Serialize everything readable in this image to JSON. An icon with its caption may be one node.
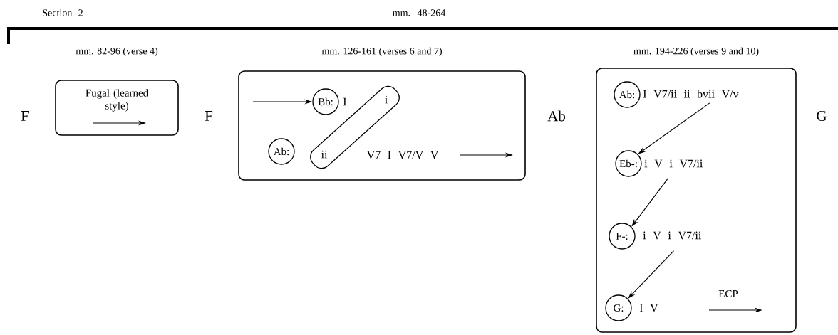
{
  "diagram": {
    "nodes": [
      {
        "text": [
          "mm. 82-96 (verse 4)",
          "Fugal (learned style)"
        ]
      },
      {
        "text": [
          "mm. 126-161 (verses 6 and 7)"
        ]
      },
      {
        "text": [
          "Bb:"
        ],
        "in": 1,
        "beside": [
          "I"
        ]
      },
      {
        "text": [
          "Ab:"
        ],
        "in": 1
      },
      {
        "text": [
          "i",
          "ii"
        ],
        "in": 1
      },
      {
        "text": [
          "mm. 194-226 (verses 9 and 10)"
        ]
      },
      {
        "text": [
          "Ab:"
        ],
        "in": 5,
        "beside": [
          "I V7/ii ii bvii V/v"
        ]
      },
      {
        "text": [
          "Eb-:"
        ],
        "in": 5,
        "beside": [
          "i V i V7/ii"
        ]
      },
      {
        "text": [
          "F-:"
        ],
        "in": 5,
        "beside": [
          "i V i V7/ii"
        ]
      },
      {
        "text": [
          "G:"
        ],
        "in": 5,
        "beside": [
          "I V"
        ]
      }
    ],
    "edges": [
      {
        "from": null,
        "to": 2,
        "arrow": "to"
      },
      {
        "from": 6,
        "to": 7,
        "arrow": "to"
      },
      {
        "from": 7,
        "to": 8,
        "arrow": "to"
      },
      {
        "from": 8,
        "to": 9,
        "arrow": "to"
      }
    ],
    "labels": [
      "Section 2",
      "mm. 48-264",
      "F",
      "F",
      "Ab",
      "G",
      "V7 I V7/V V",
      "ECP"
    ]
  }
}
